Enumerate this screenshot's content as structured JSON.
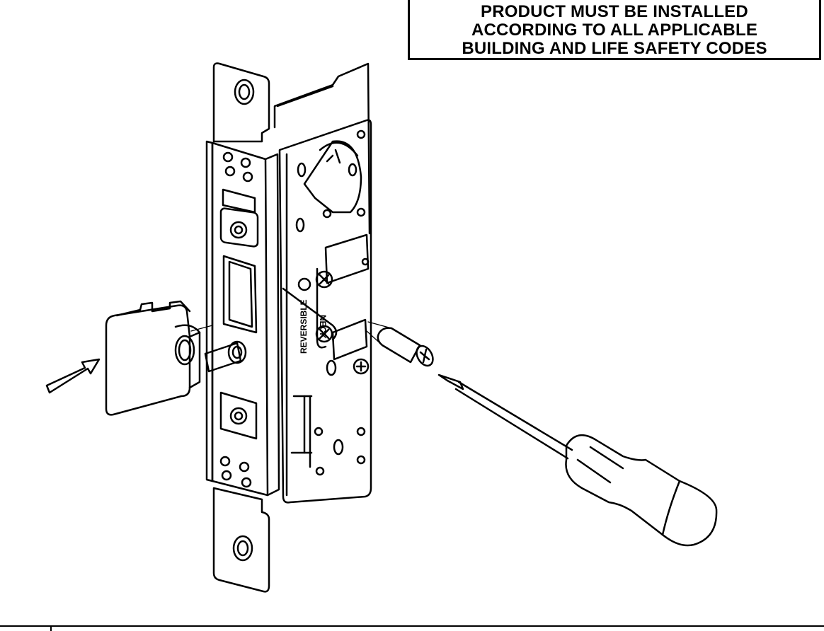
{
  "notice": {
    "lines": [
      "PRODUCT MUST BE INSTALLED",
      "ACCORDING TO ALL APPLICABLE",
      "BUILDING AND LIFE SAFETY CODES"
    ]
  },
  "lock_body": {
    "engraving_left": "REVERSIBLE",
    "engraving_right": "NECK"
  },
  "colors": {
    "line": "#000000",
    "background": "#ffffff"
  }
}
